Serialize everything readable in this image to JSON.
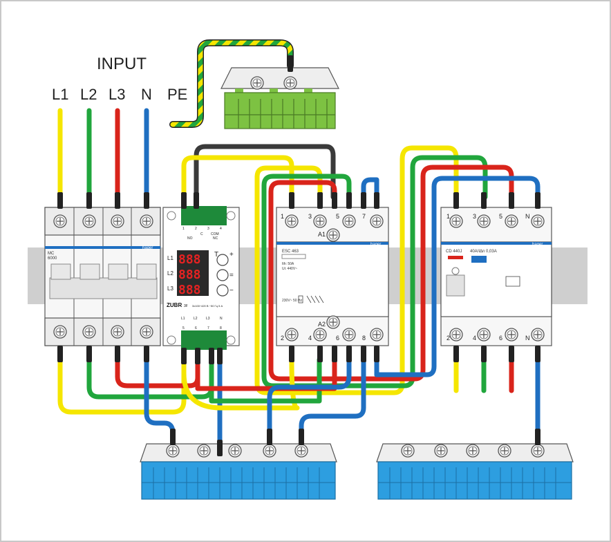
{
  "input": {
    "title": "INPUT",
    "labels": [
      "L1",
      "L2",
      "L3",
      "N",
      "PE"
    ]
  },
  "breaker": {
    "brand": "hager",
    "model": "MC",
    "rating": "6000"
  },
  "relay": {
    "top_pins": [
      "1",
      "2",
      "3",
      "4"
    ],
    "contact_labels": [
      "NO",
      "C",
      "COM",
      "NC"
    ],
    "phase_labels": [
      "L1",
      "L2",
      "L3"
    ],
    "display_digits": [
      "888",
      "888",
      "888"
    ],
    "brand": "ZUBR",
    "model_suffix": "3F",
    "spec": "3x100÷420 В ~50 Гц 5 А",
    "side_marks": [
      "T",
      "+",
      "=",
      "−"
    ],
    "bottom_pins": [
      "L1",
      "L2",
      "L3",
      "N"
    ],
    "bottom_numbers": [
      "5",
      "6",
      "7",
      "8"
    ]
  },
  "contactor": {
    "brand": "hager",
    "model": "ESC 463",
    "rating_ith": "Ith: 50A",
    "rating_ui": "Ui: 440V~",
    "coil": "230V~ 50 Hz",
    "top_terminals": [
      "1",
      "3",
      "5",
      "7"
    ],
    "bottom_terminals": [
      "2",
      "4",
      "6",
      "8"
    ],
    "coil_top": "A1",
    "coil_bottom": "A2"
  },
  "rcd": {
    "brand": "hager",
    "model": "CD 440J",
    "rating": "40A/IΔn 0,03A",
    "top_terminals": [
      "1",
      "3",
      "5",
      "N"
    ],
    "bottom_terminals": [
      "2",
      "4",
      "6",
      "N"
    ]
  },
  "colors": {
    "l1": "#f5e600",
    "l2": "#21a63d",
    "l3": "#d9241b",
    "n": "#1f6fc1",
    "ctrl": "#3a3a3a",
    "pe_green": "#7dc242",
    "bus_blue": "#2d9ee0",
    "rail": "#bdbdbd"
  }
}
